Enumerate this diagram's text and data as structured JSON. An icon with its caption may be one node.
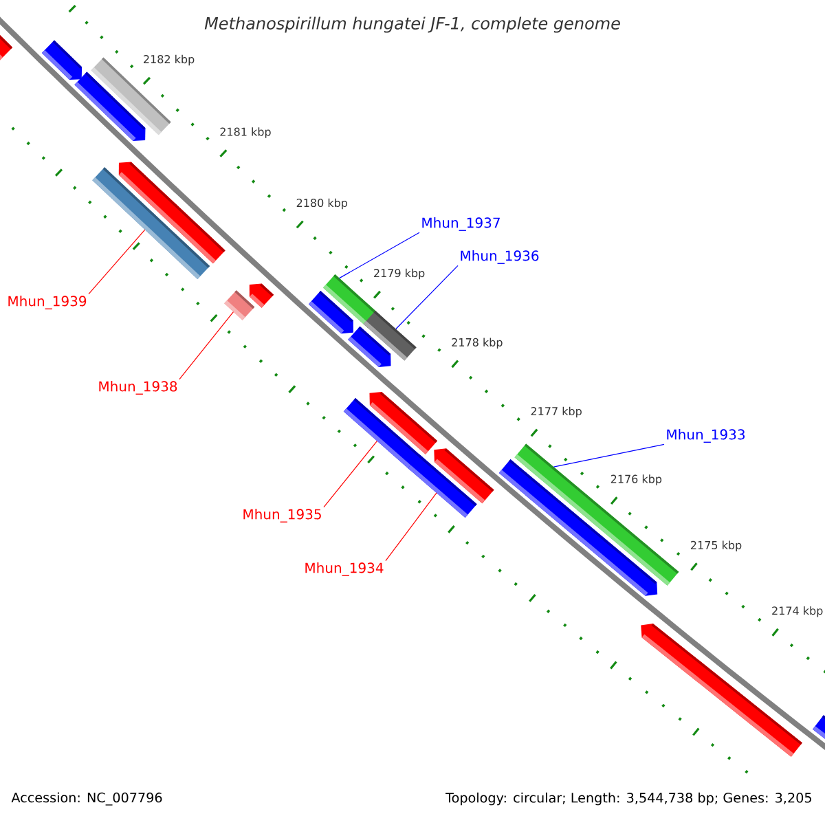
{
  "diagram": {
    "title": "Methanospirillum hungatei JF-1, complete genome",
    "nodes": [
      {
        "text": [],
        "shape": "pentagon"
      },
      {
        "text": [],
        "shape": "pentagon"
      },
      {
        "text": [],
        "shape": "pentagon"
      },
      {
        "text": [],
        "shape": "bar"
      },
      {
        "text": [],
        "shape": "bar"
      },
      {
        "text": [],
        "shape": "pentagon"
      },
      {
        "text": [],
        "shape": "pentagon"
      },
      {
        "text": [],
        "shape": "bar"
      },
      {
        "text": [],
        "shape": "bar"
      },
      {
        "text": [],
        "shape": "bar"
      },
      {
        "text": [],
        "shape": "pentagon"
      },
      {
        "text": [],
        "shape": "pentagon"
      },
      {
        "text": [],
        "shape": "pentagon"
      },
      {
        "text": [],
        "shape": "bar"
      },
      {
        "text": [],
        "shape": "pentagon"
      },
      {
        "text": [],
        "shape": "bar"
      },
      {
        "text": [],
        "shape": "bar"
      },
      {
        "text": [],
        "shape": "pentagon"
      },
      {
        "text": [],
        "shape": "pentagon"
      },
      {
        "text": [],
        "shape": "pentagon"
      },
      {
        "text": [
          "Mhun_1937"
        ]
      },
      {
        "text": [
          "Mhun_1936"
        ]
      },
      {
        "text": [
          "Mhun_1939"
        ]
      },
      {
        "text": [
          "Mhun_1938"
        ]
      },
      {
        "text": [
          "Mhun_1933"
        ]
      },
      {
        "text": [
          "Mhun_1935"
        ]
      },
      {
        "text": [
          "Mhun_1934"
        ]
      }
    ],
    "edges": [
      {
        "from": 20,
        "to": 8,
        "arrow": "none",
        "color": "#0000ff"
      },
      {
        "from": 21,
        "to": 9,
        "arrow": "none",
        "color": "#0000ff"
      },
      {
        "from": 22,
        "to": 4,
        "arrow": "none",
        "color": "#ff0000"
      },
      {
        "from": 23,
        "to": 7,
        "arrow": "none",
        "color": "#ff0000"
      },
      {
        "from": 24,
        "to": 16,
        "arrow": "none",
        "color": "#0000ff"
      },
      {
        "from": 25,
        "to": 13,
        "arrow": "none",
        "color": "#ff0000"
      },
      {
        "from": 26,
        "to": 15,
        "arrow": "none",
        "color": "#ff0000"
      }
    ],
    "labels": [
      "2182 kbp",
      "2181 kbp",
      "2180 kbp",
      "2179 kbp",
      "2178 kbp",
      "2177 kbp",
      "2176 kbp",
      "2175 kbp",
      "2174 kbp",
      "Accession: NC_007796",
      "Topology: circular; Length: 3,544,738 bp; Genes: 3,205"
    ]
  }
}
